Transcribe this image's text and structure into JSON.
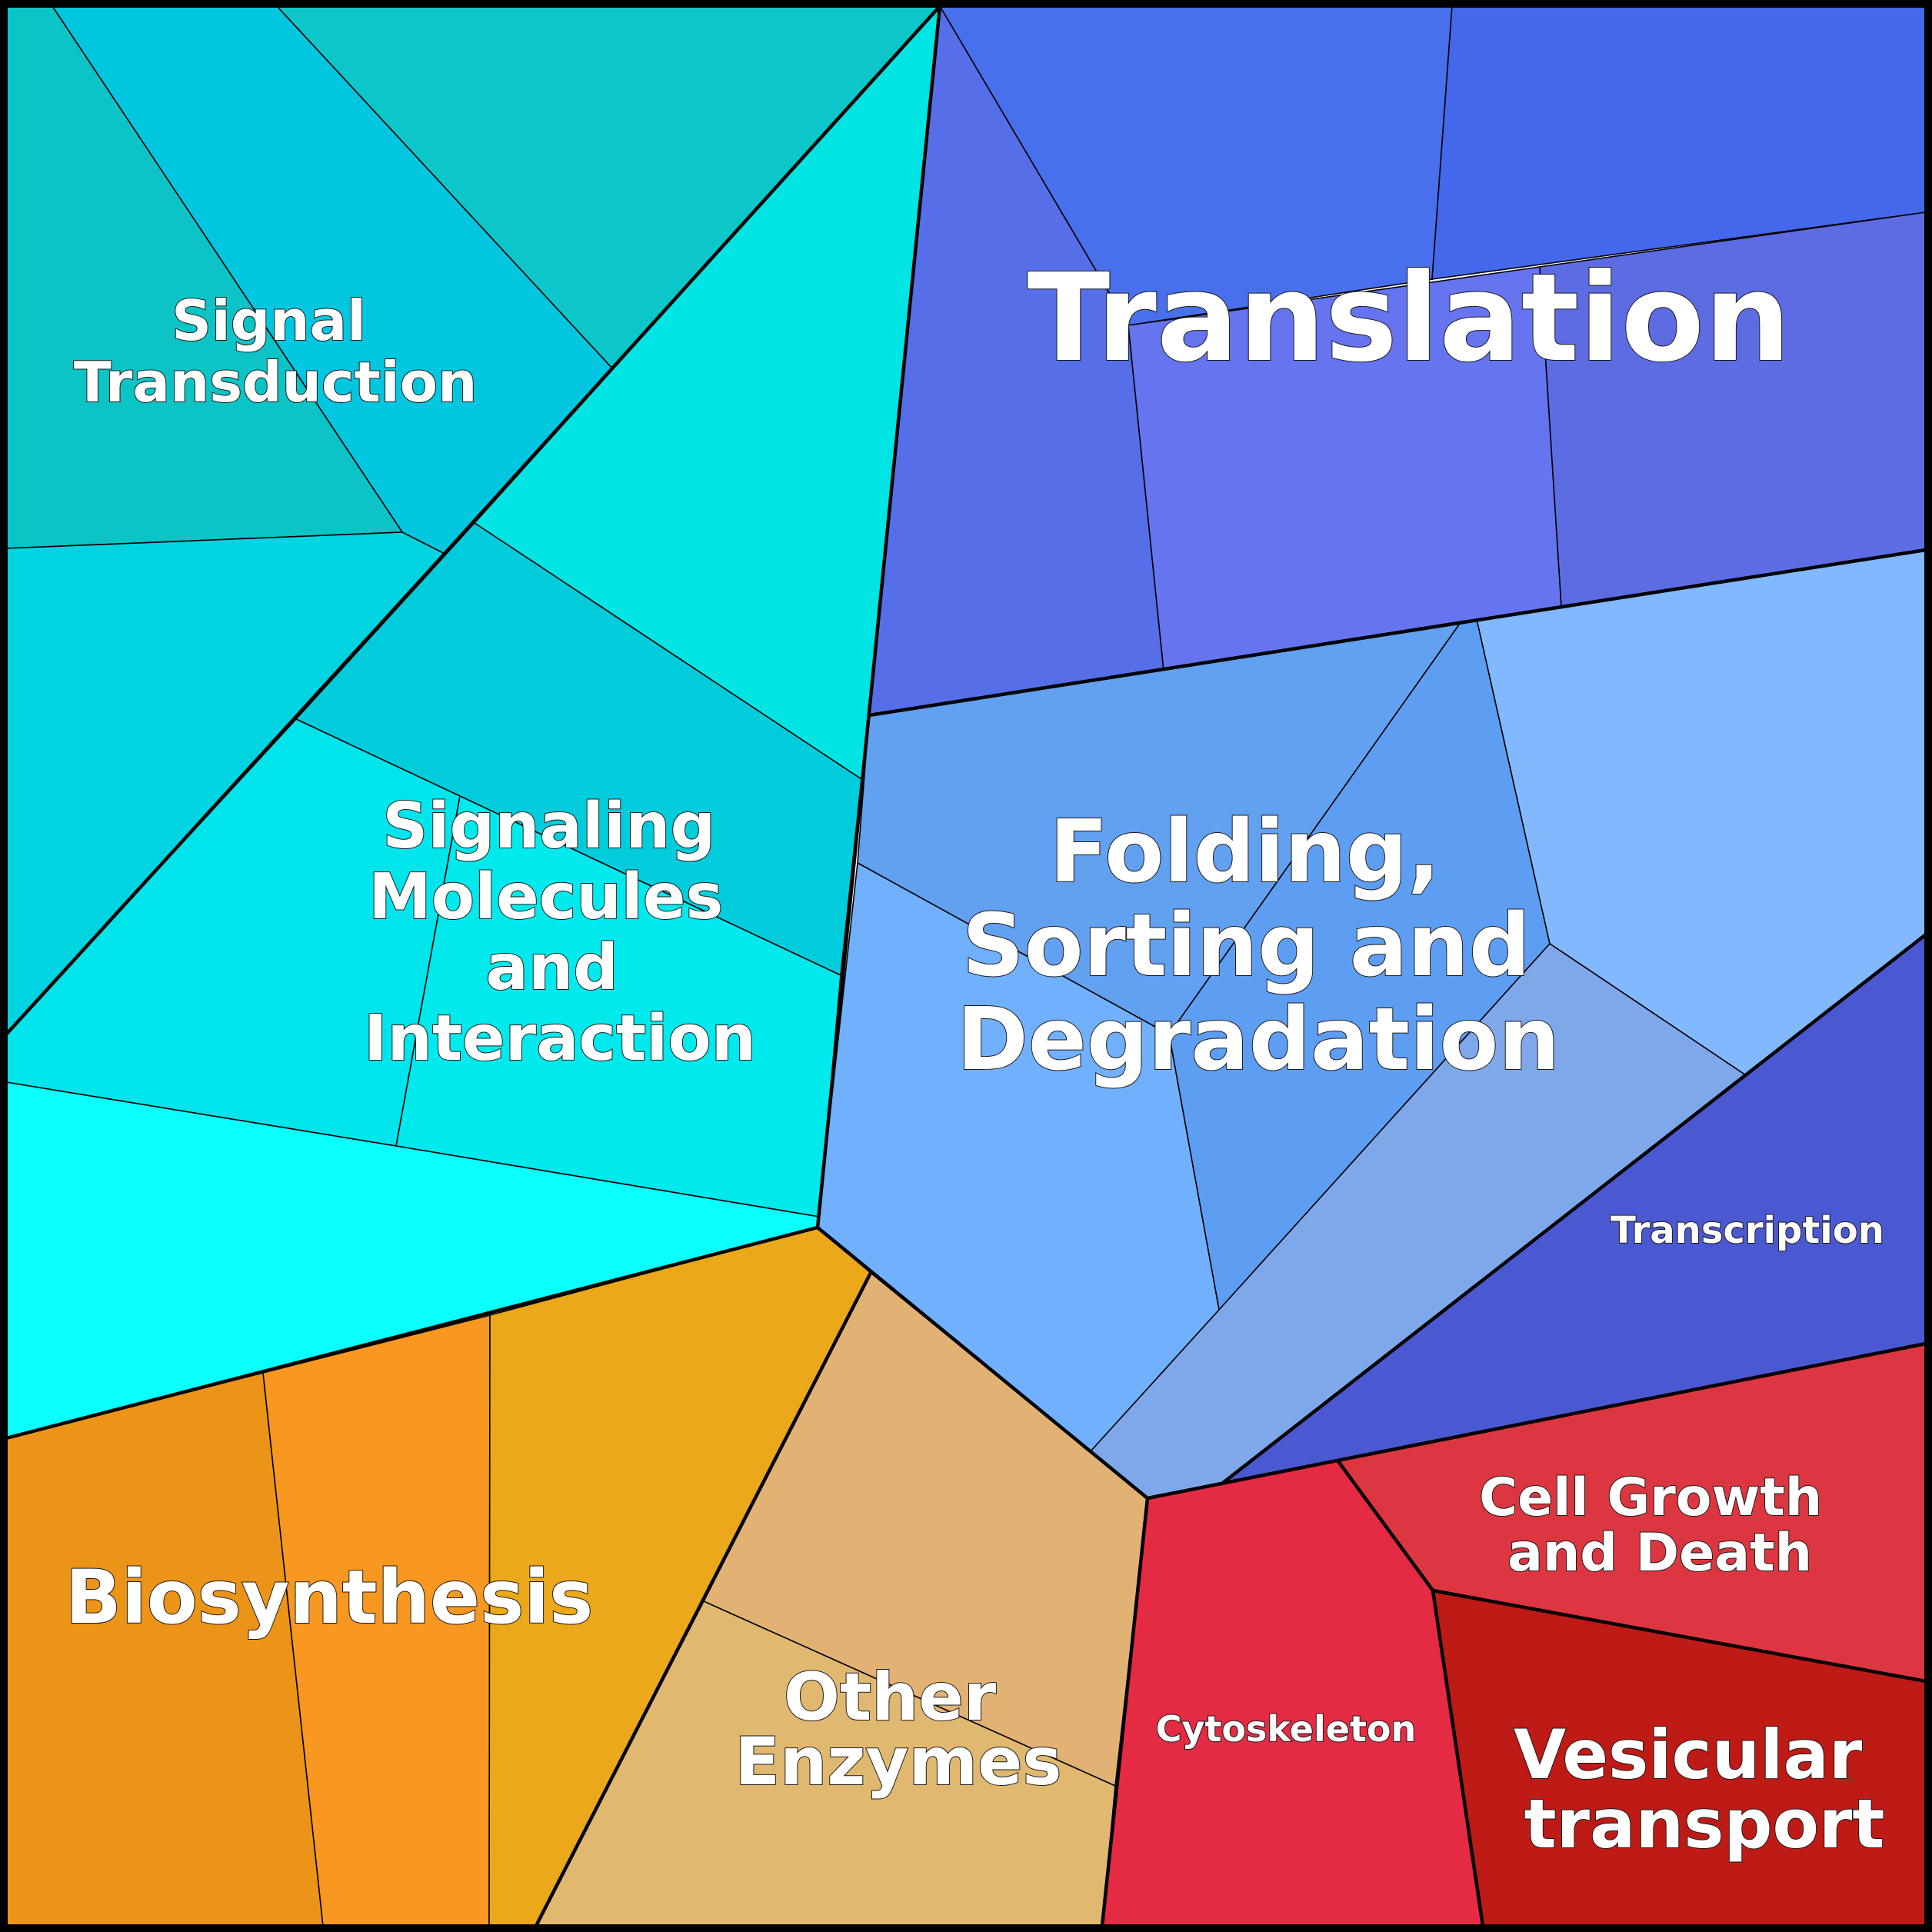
{
  "diagram": {
    "type": "voronoi-treemap",
    "border_color": "#000000",
    "label_color": "#ffffff",
    "groups": [
      {
        "id": "signal-transduction",
        "lines": [
          "Signal",
          "Transduction"
        ],
        "color": "#00c8dd",
        "subcells": [
          "#0cc6c9",
          "#00c6e0",
          "#0cc3c6",
          "#00d4e0"
        ]
      },
      {
        "id": "signaling-molecules-and-interaction",
        "lines": [
          "Signaling",
          "Molecules",
          "and",
          "Interaction"
        ],
        "color": "#00e6e6",
        "subcells": [
          "#00e4e4",
          "#00ccdc",
          "#00e4ec",
          "#00e9ec",
          "#0affff"
        ]
      },
      {
        "id": "translation",
        "lines": [
          "Translation"
        ],
        "color": "#4870ec",
        "subcells": [
          "#4870ec",
          "#4368ec",
          "#566ee8",
          "#6674f0",
          "#5e6ce4"
        ]
      },
      {
        "id": "folding-sorting-and-degradation",
        "lines": [
          "Folding,",
          "Sorting and",
          "Degradation"
        ],
        "color": "#62a0f0",
        "subcells": [
          "#62a0f0",
          "#5e9ef2",
          "#82b8fd",
          "#70b0fd",
          "#7ea8ea"
        ]
      },
      {
        "id": "transcription",
        "lines": [
          "Transcription"
        ],
        "color": "#4a58d2",
        "subcells": [
          "#4a58d2"
        ]
      },
      {
        "id": "biosynthesis",
        "lines": [
          "Biosynthesis"
        ],
        "color": "#ec9418",
        "subcells": [
          "#ec9418",
          "#f89820",
          "#eaa81a"
        ]
      },
      {
        "id": "other-enzymes",
        "lines": [
          "Other",
          "Enzymes"
        ],
        "color": "#e0b474",
        "subcells": [
          "#e2b274",
          "#e0b870"
        ]
      },
      {
        "id": "cell-growth-and-death",
        "lines": [
          "Cell Growth",
          "and Death"
        ],
        "color": "#dc3640",
        "subcells": [
          "#dc3640"
        ]
      },
      {
        "id": "cytoskeleton",
        "lines": [
          "Cytoskeleton"
        ],
        "color": "#e52a44",
        "subcells": [
          "#e52a44"
        ]
      },
      {
        "id": "vesicular-transport",
        "lines": [
          "Vesicular",
          "transport"
        ],
        "color": "#be1a16",
        "subcells": [
          "#be1a16"
        ]
      }
    ]
  }
}
